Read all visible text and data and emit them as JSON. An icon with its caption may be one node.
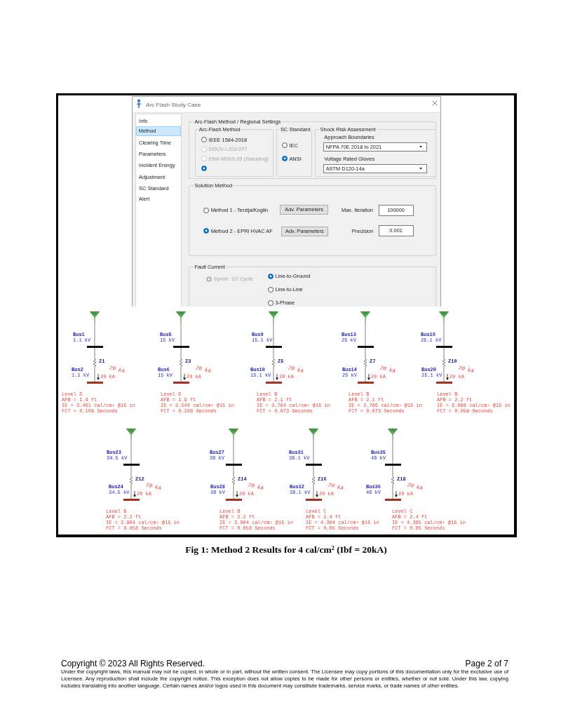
{
  "diagram": {
    "caption": "Fig 1: Method 2 Results for 4 cal/cm² (Ibf = 20kA)",
    "nodes": [
      {
        "text": [
          "Arc Flash Study Case"
        ]
      },
      {
        "text": [
          "Info",
          "Method",
          "Clearing Time",
          "Parameters",
          "Incident Energy",
          "Adjustment",
          "SC Standard",
          "Alert"
        ],
        "in": 0
      },
      {
        "text": [
          "Arc-Flash Method / Regional Settings"
        ],
        "in": 0
      },
      {
        "text": [
          "Arc-Flash Method",
          "IEEE 1584-2018",
          "DGUV-I 203-077",
          "ENA NENS 09 (Sweeting)"
        ],
        "in": 2
      },
      {
        "text": [
          "SC Standard",
          "IEC",
          "ANSI"
        ],
        "in": 2
      },
      {
        "text": [
          "Shock Risk Assessment",
          "Approach Boundaries",
          "Voltage Rated Gloves"
        ],
        "in": 2
      },
      {
        "text": [
          "NFPA 70E 2018 to 2021"
        ],
        "in": 5
      },
      {
        "text": [
          "ASTM D120-14a"
        ],
        "in": 5
      },
      {
        "text": [
          "Solution Method",
          "Method 1 - Terzija/Koglin",
          "Max. Iteration",
          "Method 2 - EPRI HVAC AF",
          "Precision"
        ],
        "in": 0
      },
      {
        "text": [
          "Adv. Parameters"
        ],
        "in": 8
      },
      {
        "text": [
          "100000"
        ],
        "in": 8
      },
      {
        "text": [
          "Adv. Parameters"
        ],
        "in": 8
      },
      {
        "text": [
          "0.001"
        ],
        "in": 8
      },
      {
        "text": [
          "Fault Current",
          "Symm. 1/2 Cycle",
          "Line-to-Ground",
          "Line-to-Line",
          "3-Phase"
        ],
        "in": 0
      },
      {
        "text": [],
        "shape": "triangle"
      },
      {
        "text": [
          "Bus1",
          "1.1 kV"
        ]
      },
      {
        "text": [
          "Bus2",
          "1.1 kV"
        ],
        "beside": [
          "20 kA",
          "20 kA",
          "Level D",
          "AFB = 1.9 ft",
          "IE = 3.461 cal/cm² @15 in",
          "FCT = 0.108 Seconds"
        ]
      },
      {
        "text": [],
        "shape": "triangle"
      },
      {
        "text": [
          "Bus5",
          "15 kV"
        ]
      },
      {
        "text": [
          "Bus6",
          "15 kV"
        ],
        "beside": [
          "20 kA",
          "20 kA",
          "Level D",
          "AFB = 1.9 ft",
          "IE = 3.544 cal/cm² @15 in",
          "FCT = 0.108 Seconds"
        ]
      },
      {
        "text": [],
        "shape": "triangle"
      },
      {
        "text": [
          "Bus9",
          "15.1 kV"
        ]
      },
      {
        "text": [
          "Bus10",
          "15.1 kV"
        ],
        "beside": [
          "20 kA",
          "20 kA",
          "Level B",
          "AFB = 2.1 ft",
          "IE = 3.764 cal/cm² @15 in",
          "FCT = 0.073 Seconds"
        ]
      },
      {
        "text": [],
        "shape": "triangle"
      },
      {
        "text": [
          "Bus13",
          "25 kV"
        ]
      },
      {
        "text": [
          "Bus14",
          "25 kV"
        ],
        "beside": [
          "20 kA",
          "20 kA",
          "Level B",
          "AFB = 2.1 ft",
          "IE = 3.766 cal/cm² @15 in",
          "FCT = 0.073 Seconds"
        ]
      },
      {
        "text": [],
        "shape": "triangle"
      },
      {
        "text": [
          "Bus19",
          "25.1 kV"
        ]
      },
      {
        "text": [
          "Bus20",
          "25.1 kV"
        ],
        "beside": [
          "20 kA",
          "20 kA",
          "Level B",
          "AFB = 2.2 ft",
          "IE = 3.898 cal/cm² @15 in",
          "FCT = 0.058 Seconds"
        ]
      },
      {
        "text": [],
        "shape": "triangle"
      },
      {
        "text": [
          "Bus23",
          "34.5 kV"
        ]
      },
      {
        "text": [
          "Bus24",
          "34.5 kV"
        ],
        "beside": [
          "20 kA",
          "20 kA",
          "Level B",
          "AFB = 2.2 ft",
          "IE = 3.904 cal/cm² @15 in",
          "FCT = 0.058 Seconds"
        ]
      },
      {
        "text": [],
        "shape": "triangle"
      },
      {
        "text": [
          "Bus27",
          "36 kV"
        ]
      },
      {
        "text": [
          "Bus28",
          "36 kV"
        ],
        "beside": [
          "20 kA",
          "20 kA",
          "Level B",
          "AFB = 2.2 ft",
          "IE = 3.904 cal/cm² @15 in",
          "FCT = 0.058 Seconds"
        ]
      },
      {
        "text": [],
        "shape": "triangle"
      },
      {
        "text": [
          "Bus31",
          "36.1 kV"
        ]
      },
      {
        "text": [
          "Bus32",
          "36.1 kV"
        ],
        "beside": [
          "20 kA",
          "20 kA",
          "Level C",
          "AFB = 2.4 ft",
          "IE = 4.364 cal/cm² @15 in",
          "FCT = 0.05 Seconds"
        ]
      },
      {
        "text": [],
        "shape": "triangle"
      },
      {
        "text": [
          "Bus35",
          "46 kV"
        ]
      },
      {
        "text": [
          "Bus36",
          "46 kV"
        ],
        "beside": [
          "20 kA",
          "20 kA",
          "Level C",
          "AFB = 2.4 ft",
          "IE = 4.365 cal/cm² @15 in",
          "FCT = 0.05 Seconds"
        ]
      }
    ],
    "edges": [
      {
        "from": 14,
        "to": 15,
        "arrow": "none"
      },
      {
        "from": 15,
        "to": 16,
        "arrow": "none",
        "label": "Z1"
      },
      {
        "from": 17,
        "to": 18,
        "arrow": "none"
      },
      {
        "from": 18,
        "to": 19,
        "arrow": "none",
        "label": "Z3"
      },
      {
        "from": 20,
        "to": 21,
        "arrow": "none"
      },
      {
        "from": 21,
        "to": 22,
        "arrow": "none",
        "label": "Z5"
      },
      {
        "from": 23,
        "to": 24,
        "arrow": "none"
      },
      {
        "from": 24,
        "to": 25,
        "arrow": "none",
        "label": "Z7"
      },
      {
        "from": 26,
        "to": 27,
        "arrow": "none"
      },
      {
        "from": 27,
        "to": 28,
        "arrow": "none",
        "label": "Z10"
      },
      {
        "from": 29,
        "to": 30,
        "arrow": "none"
      },
      {
        "from": 30,
        "to": 31,
        "arrow": "none",
        "label": "Z12"
      },
      {
        "from": 32,
        "to": 33,
        "arrow": "none"
      },
      {
        "from": 33,
        "to": 34,
        "arrow": "none",
        "label": "Z14"
      },
      {
        "from": 35,
        "to": 36,
        "arrow": "none"
      },
      {
        "from": 36,
        "to": 37,
        "arrow": "none",
        "label": "Z16"
      },
      {
        "from": 38,
        "to": 39,
        "arrow": "none"
      },
      {
        "from": 39,
        "to": 40,
        "arrow": "none",
        "label": "Z18"
      }
    ],
    "labels": [
      "Copyright © 2023 All Rights Reserved.",
      "Page 2 of 7",
      "Under the copyright laws, this manual may not be copied, in whole or in part, without the written consent. The Licensee may copy portions of this documentation only for the exclusive use of Licensee. Any reproduction shall include the copyright notice. This exception does not allow copies to be made for other persons or entities, whether or not sold. Under this law, copying includes translating into another language. Certain names and/or logos used in this document may constitute trademarks, service marks, or trade names of other entities."
    ]
  }
}
